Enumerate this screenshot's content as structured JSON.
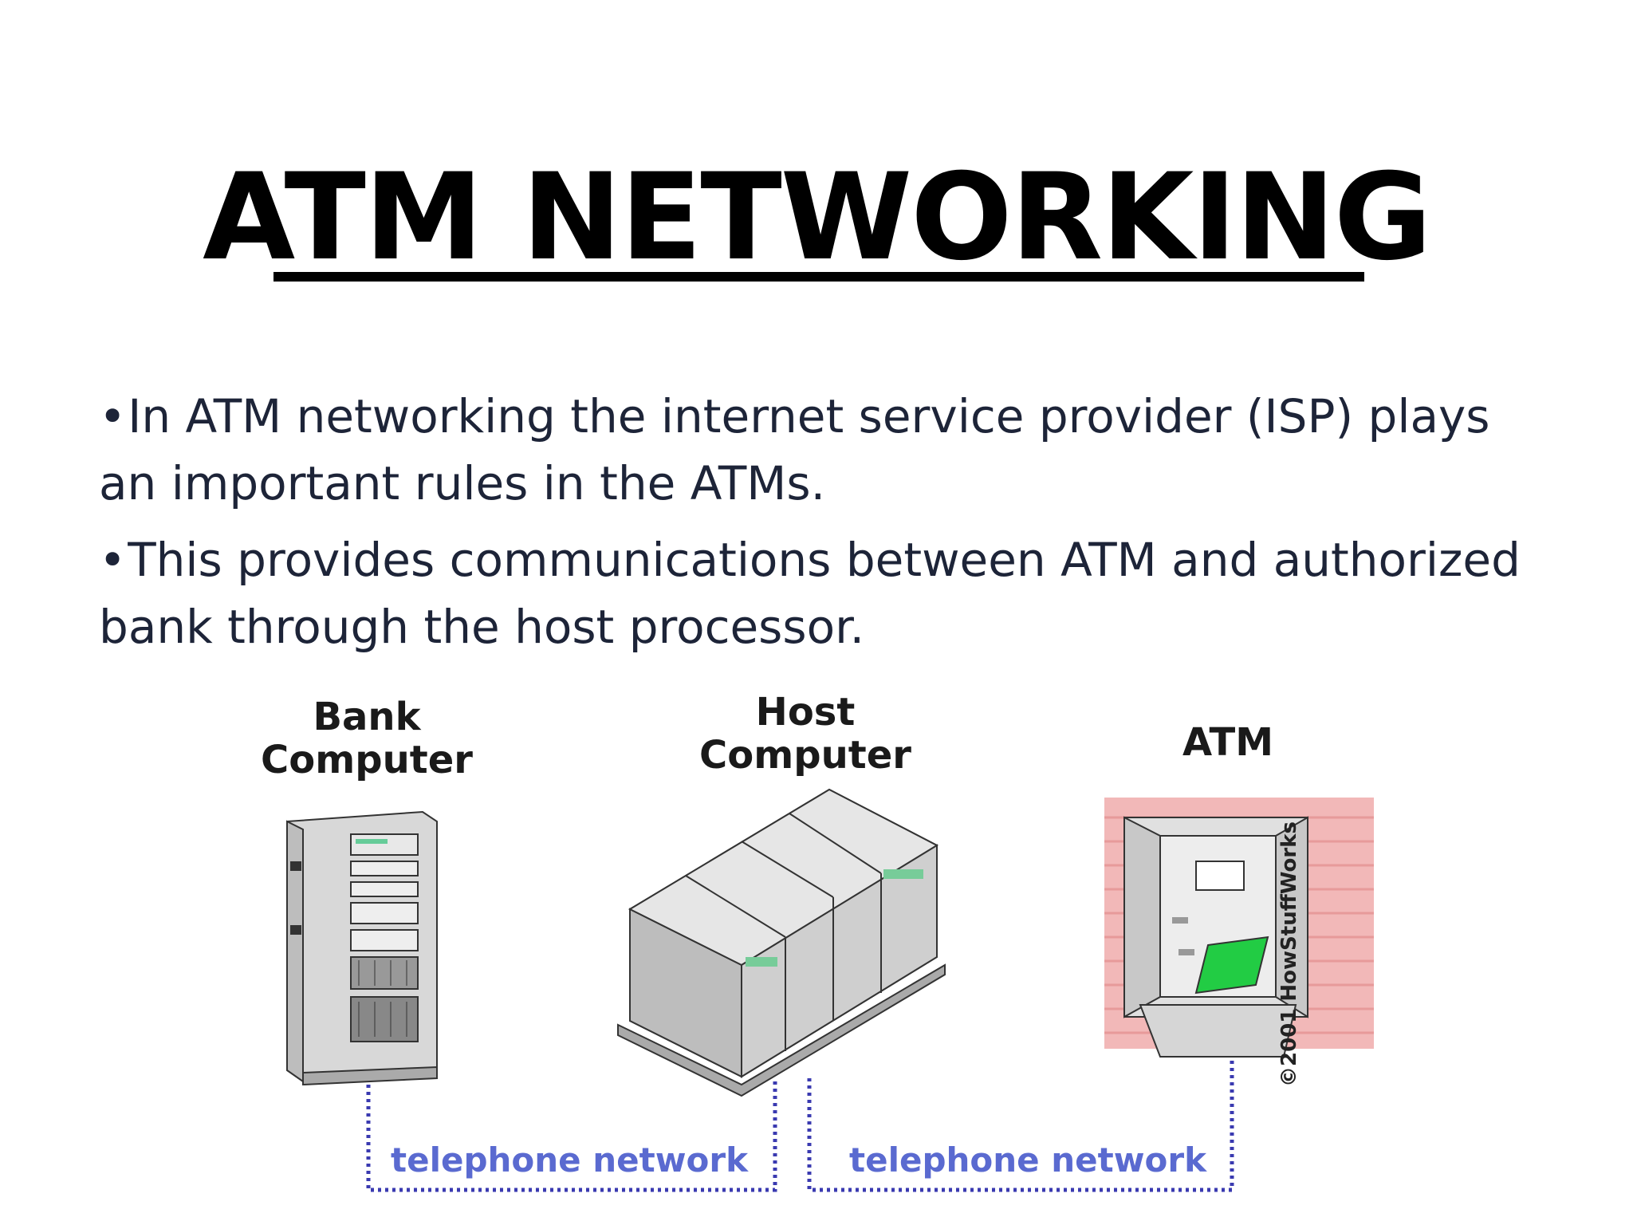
{
  "title": "ATM NETWORKING",
  "bullets": [
    {
      "marker": "•",
      "text": "In ATM networking the internet service provider (ISP) plays an important rules in the ATMs."
    },
    {
      "marker": "•",
      "text": "This provides communications between ATM and  authorized bank through the host processor."
    }
  ],
  "diagram": {
    "bank_label_line1": "Bank",
    "bank_label_line2": "Computer",
    "host_label_line1": "Host",
    "host_label_line2": "Computer",
    "atm_label": "ATM",
    "network_left": "telephone network",
    "network_right": "telephone network",
    "copyright": "©2001 HowStuffWorks"
  },
  "colors": {
    "network_line": "#3a3ab0",
    "network_text": "#5a6ad0",
    "atm_screen": "#22cc44",
    "brick": "#f2b8b8"
  },
  "icons": [
    "bank-computer-icon",
    "host-computer-icon",
    "atm-machine-icon"
  ]
}
